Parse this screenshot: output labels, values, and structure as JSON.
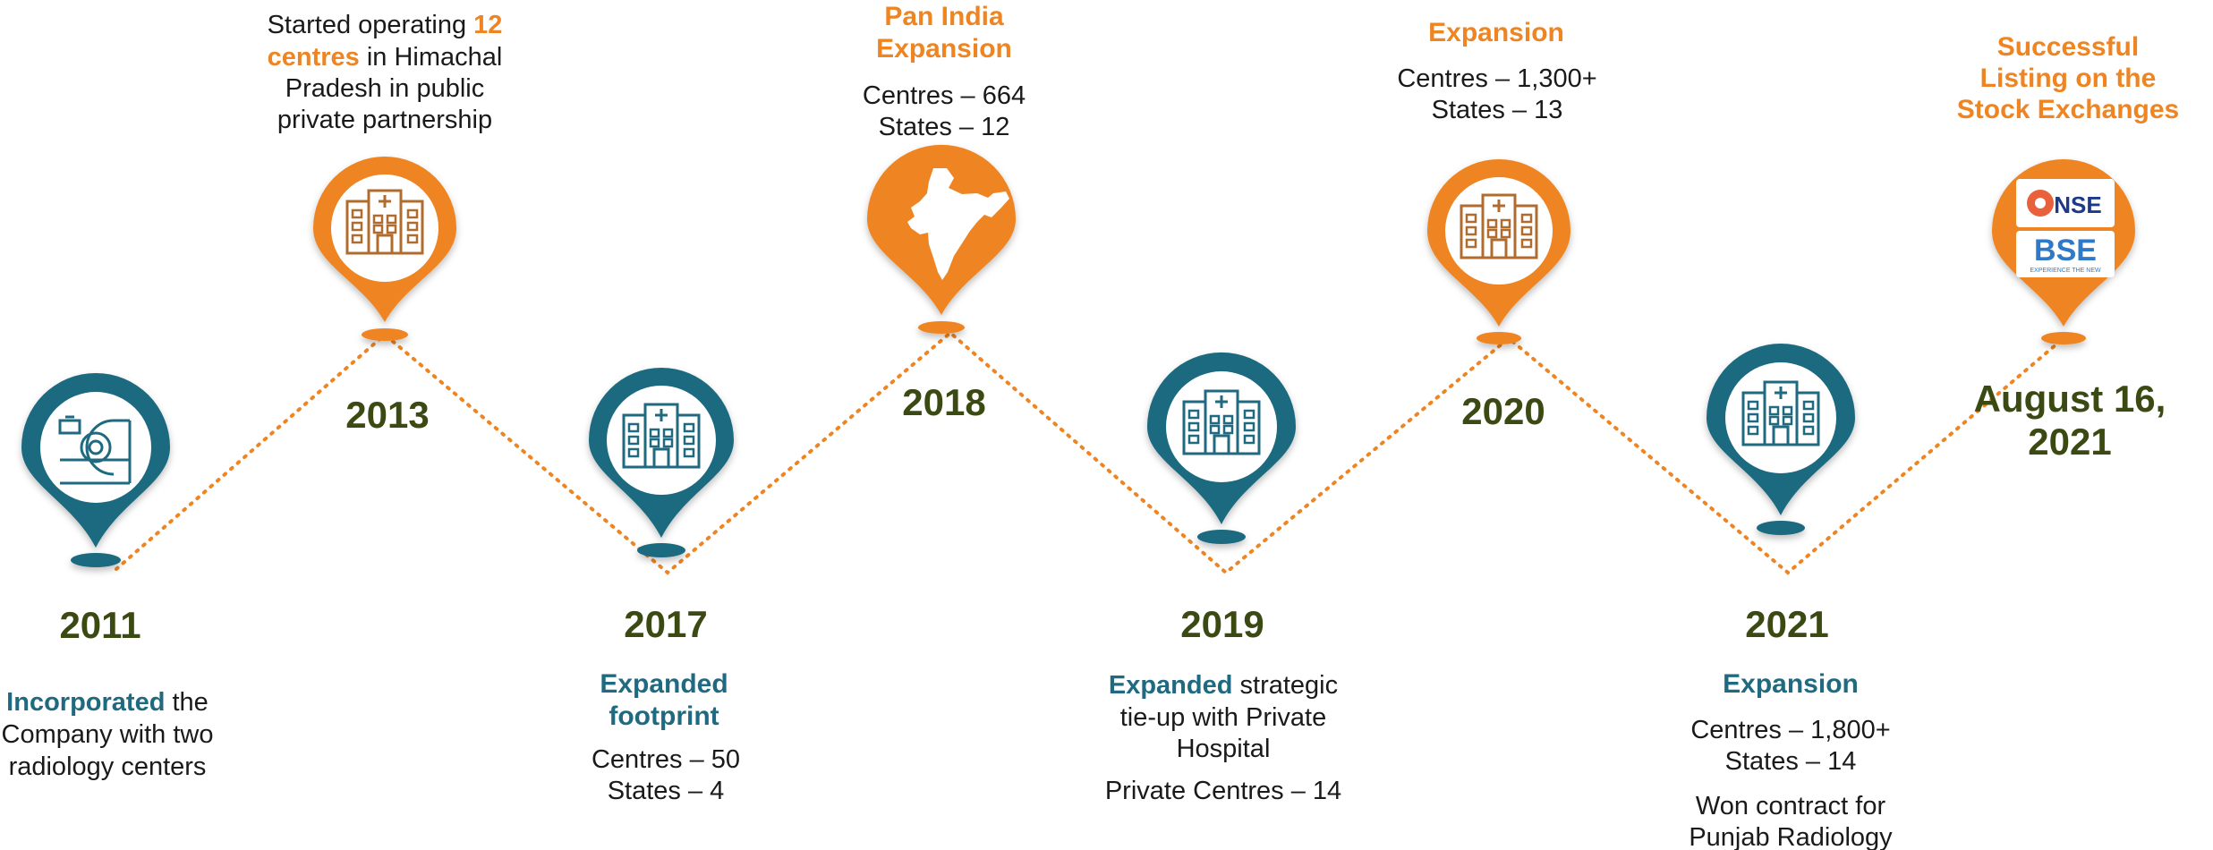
{
  "colors": {
    "teal": "#1f6a80",
    "orange": "#ee8522",
    "year": "#3b4a12",
    "connector": "#ee8522"
  },
  "milestones": [
    {
      "year": "2011",
      "pin_color": "teal",
      "icon": "mri-scanner-icon",
      "lead_highlight": "Incorporated",
      "lead_rest": "the",
      "lines": [
        "Company with two",
        "radiology centers"
      ]
    },
    {
      "year": "2013",
      "pin_color": "orange",
      "icon": "hospital-building-icon",
      "line1_prefix": "Started operating",
      "line1_highlight": "12",
      "line2_highlight": "centres",
      "line2_rest": "in Himachal",
      "lines": [
        "Pradesh in public",
        "private partnership"
      ]
    },
    {
      "year": "2017",
      "pin_color": "teal",
      "icon": "hospital-building-icon",
      "heading": [
        "Expanded",
        "footprint"
      ],
      "lines": [
        "Centres – 50",
        "States –  4"
      ]
    },
    {
      "year": "2018",
      "pin_color": "orange",
      "icon": "india-map-icon",
      "heading": [
        "Pan India",
        "Expansion"
      ],
      "lines": [
        "Centres – 664",
        "States –  12"
      ]
    },
    {
      "year": "2019",
      "pin_color": "teal",
      "icon": "hospital-building-icon",
      "lead_highlight": "Expanded",
      "lead_rest": "strategic",
      "lines": [
        "tie-up with Private",
        "Hospital"
      ],
      "extra": [
        "Private Centres – 14"
      ]
    },
    {
      "year": "2020",
      "pin_color": "orange",
      "icon": "hospital-building-icon",
      "heading": [
        "Expansion"
      ],
      "lines": [
        "Centres – 1,300+",
        "States –  13"
      ]
    },
    {
      "year": "2021",
      "pin_color": "teal",
      "icon": "hospital-building-icon",
      "heading": [
        "Expansion"
      ],
      "lines": [
        "Centres – 1,800+",
        "States – 14"
      ],
      "extra": [
        "Won contract for",
        "Punjab Radiology"
      ]
    },
    {
      "year_lines": [
        "August 16,",
        "2021"
      ],
      "pin_color": "orange",
      "icon": "stock-exchange-logos-icon",
      "heading": [
        "Successful",
        "Listing on the",
        "Stock Exchanges"
      ],
      "logos": [
        "NSE",
        "BSE",
        "EXPERIENCE THE NEW"
      ]
    }
  ]
}
